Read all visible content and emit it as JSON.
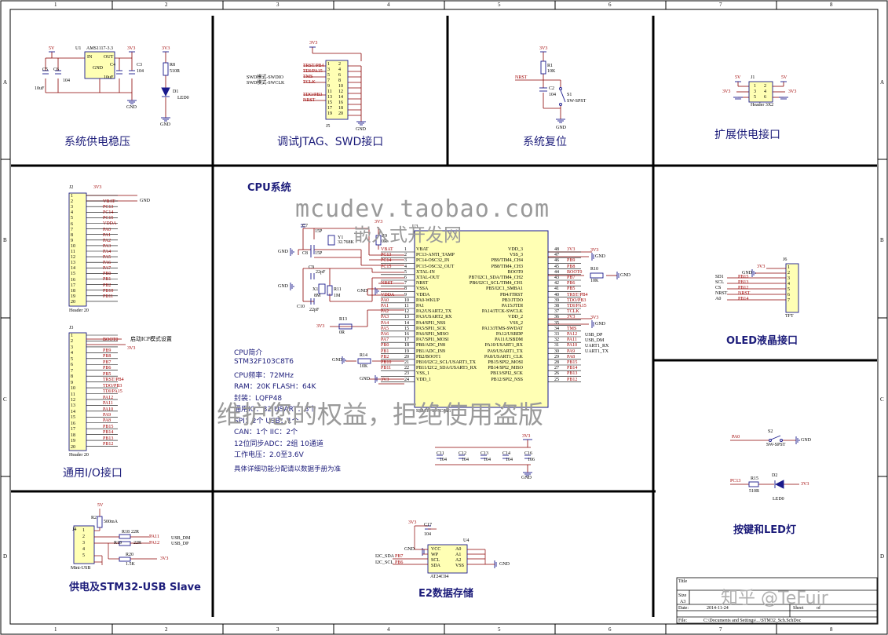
{
  "ruler": {
    "columns": [
      "1",
      "2",
      "3",
      "4",
      "5",
      "6",
      "7",
      "8"
    ],
    "rows": [
      "A",
      "B",
      "C",
      "D"
    ]
  },
  "sections": {
    "power": "系统供电稳压",
    "debug": "调试JTAG、SWD接口",
    "reset": "系统复位",
    "ext_power": "扩展供电接口",
    "cpu": "CPU系统",
    "gpio": "通用I/O接口",
    "oled": "OLED液晶接口",
    "keys_led": "按键和LED灯",
    "usb": "供电及STM32-USB Slave",
    "eeprom": "E2数据存储"
  },
  "power": {
    "u1": "U1",
    "u1_part": "AMS1117-3.3",
    "v5": "5V",
    "v3": "3V3",
    "pin_in": "IN",
    "pin_out": "OUT",
    "gnd_pin": "GND",
    "c5": "C5",
    "c5v": "10uF",
    "c6": "C6",
    "c6v": "104",
    "c4": "C4",
    "c4v": "10uF",
    "c3": "C3",
    "c3v": "104",
    "gnd": "GND",
    "r8": "R8",
    "r8v": "510R",
    "d1": "D1",
    "d1v": "LED0"
  },
  "debug": {
    "v3": "3V3",
    "swdio_label": "SWD模式-SWDIO",
    "swclk_label": "SWD模式-SWCLK",
    "sigs": [
      "TRST/PB4",
      "TDI/PA15",
      "TMS",
      "TCLK",
      "TDO/PB3",
      "NRST"
    ],
    "pins_left": [
      "1",
      "3",
      "5",
      "7",
      "9",
      "11",
      "13",
      "15",
      "17",
      "19"
    ],
    "pins_right": [
      "2",
      "4",
      "6",
      "8",
      "10",
      "12",
      "14",
      "16",
      "18",
      "20"
    ],
    "j5": "J5",
    "gnd": "GND"
  },
  "reset": {
    "v3": "3V3",
    "r1": "R1",
    "r1v": "10K",
    "nrst": "NRST",
    "c2": "C2",
    "c2v": "104",
    "s1": "S1",
    "s1v": "SW-SPST",
    "gnd": "GND"
  },
  "ext_power": {
    "v5a": "5V",
    "v5b": "5V",
    "j1": "J1",
    "v3a": "3V3",
    "v3b": "3V3",
    "pins": [
      "1",
      "2",
      "3",
      "4",
      "5",
      "6"
    ],
    "part": "Header 3X2"
  },
  "gpio": {
    "j2": "J2",
    "j3": "J3",
    "v3": "3V3",
    "gnd": "GND",
    "j2_pins": [
      "1",
      "2",
      "3",
      "4",
      "5",
      "6",
      "7",
      "8",
      "9",
      "10",
      "11",
      "12",
      "13",
      "14",
      "15",
      "16",
      "17",
      "18",
      "19",
      "20"
    ],
    "j2_nets": [
      "VBAT",
      "PC13",
      "PC14",
      "PC15",
      "VDDA",
      "PA0",
      "PA1",
      "PA2",
      "PA3",
      "PA4",
      "PA5",
      "PA6",
      "PA7",
      "PB0",
      "PB1",
      "PB2",
      "PB10",
      "PB11"
    ],
    "j2_part": "Header 20",
    "isp_note": "启动ICP模式设置",
    "boot0": "BOOT0",
    "j3_nets": [
      "PB9",
      "PB8",
      "PB7",
      "PB6",
      "PB5",
      "TRST/PB4",
      "TDO/PB3",
      "TDI/PA15",
      "PA12",
      "PA11",
      "PA10",
      "PA9",
      "PA8",
      "PB15",
      "PB14",
      "PB13",
      "PB12"
    ],
    "j3_part": "Header 20"
  },
  "cpu": {
    "u3": "U3",
    "part": "STM32F103C8T6",
    "gnd": "GND",
    "v3": "3V3",
    "c7": "C7",
    "c7v": "15P",
    "c8": "C8",
    "c8v": "15P",
    "y1": "Y1",
    "y1v": "32.768K",
    "r9": "R9",
    "r9v": "0R",
    "c9": "C9",
    "c9v": "22pF",
    "c10": "C10",
    "c10v": "22pF",
    "x1": "X1",
    "x1v": "8M",
    "r11": "R11",
    "r11v": "1M",
    "r13": "R13",
    "r13v": "0R",
    "r14": "R14",
    "r14v": "10K",
    "r10": "R10",
    "r10v": "10K",
    "left_pins": [
      {
        "net": "VBAT",
        "n": "1",
        "name": "VBAT"
      },
      {
        "net": "PC13",
        "n": "2",
        "name": "PC13-ANTI_TAMP"
      },
      {
        "net": "PC14",
        "n": "3",
        "name": "PC14-OSC32_IN"
      },
      {
        "net": "PC15",
        "n": "4",
        "name": "PC15-OSC32_OUT"
      },
      {
        "net": "",
        "n": "5",
        "name": "XTAL-IN"
      },
      {
        "net": "",
        "n": "6",
        "name": "XTAL-OUT"
      },
      {
        "net": "NRST",
        "n": "7",
        "name": "NRST"
      },
      {
        "net": "",
        "n": "8",
        "name": "VSSA"
      },
      {
        "net": "VDDA",
        "n": "9",
        "name": "VDDA"
      },
      {
        "net": "PA0",
        "n": "10",
        "name": "PA0-WKUP"
      },
      {
        "net": "PA1",
        "n": "11",
        "name": "PA1"
      },
      {
        "net": "PA2",
        "n": "12",
        "name": "PA2/USART2_TX"
      },
      {
        "net": "PA3",
        "n": "13",
        "name": "PA3/USART2_RX"
      },
      {
        "net": "PA4",
        "n": "14",
        "name": "PA4/SPI1_NSS"
      },
      {
        "net": "PA5",
        "n": "15",
        "name": "PA5/SPI1_SCK"
      },
      {
        "net": "PA6",
        "n": "16",
        "name": "PA6/SPI1_MISO"
      },
      {
        "net": "PA7",
        "n": "17",
        "name": "PA7/SPI1_MOSI"
      },
      {
        "net": "PB0",
        "n": "18",
        "name": "PB0/ADC_IN8"
      },
      {
        "net": "PB1",
        "n": "19",
        "name": "PB1/ADC_IN9"
      },
      {
        "net": "PB2",
        "n": "20",
        "name": "PB2/BOOT1"
      },
      {
        "net": "PB10",
        "n": "21",
        "name": "PB10/I2C2_SCL/USART3_TX"
      },
      {
        "net": "PB11",
        "n": "22",
        "name": "PB11/I2C2_SDA/USART3_RX"
      },
      {
        "net": "",
        "n": "23",
        "name": "VSS_1"
      },
      {
        "net": "3V3",
        "n": "24",
        "name": "VDD_1"
      }
    ],
    "right_pins": [
      {
        "name": "VDD_3",
        "n": "48",
        "net": "3V3"
      },
      {
        "name": "VSS_3",
        "n": "47",
        "net": ""
      },
      {
        "name": "PB9/TIM4_CH4",
        "n": "46",
        "net": "PB9"
      },
      {
        "name": "PB8/TIM4_CH3",
        "n": "45",
        "net": "PB8"
      },
      {
        "name": "BOOT0",
        "n": "44",
        "net": "BOOT0"
      },
      {
        "name": "PB7/I2C1_SDA/TIM4_CH2",
        "n": "43",
        "net": "PB7"
      },
      {
        "name": "PB6/I2C1_SCL/TIM4_CH1",
        "n": "42",
        "net": "PB6"
      },
      {
        "name": "PB5/I2C1_SMBA1",
        "n": "41",
        "net": "PB5"
      },
      {
        "name": "PB4/JTRST",
        "n": "40",
        "net": "TRST/PB4"
      },
      {
        "name": "PB3/JTDO",
        "n": "39",
        "net": "TDO/PB3"
      },
      {
        "name": "PA15/JTDI",
        "n": "38",
        "net": "TDI/PA15"
      },
      {
        "name": "PA14/JTCK-SWCLK",
        "n": "37",
        "net": "TCLK"
      },
      {
        "name": "VDD_2",
        "n": "36",
        "net": "3V3"
      },
      {
        "name": "VSS_2",
        "n": "35",
        "net": ""
      },
      {
        "name": "PA13/JTMS-SWDAT",
        "n": "34",
        "net": "TMS"
      },
      {
        "name": "PA12/USBDP",
        "n": "33",
        "net": "PA12"
      },
      {
        "name": "PA11/USBDM",
        "n": "32",
        "net": "PA11"
      },
      {
        "name": "PA10/USART1_RX",
        "n": "31",
        "net": "PA10"
      },
      {
        "name": "PA9/USART1_TX",
        "n": "30",
        "net": "PA9"
      },
      {
        "name": "PA8/USART1_CLK",
        "n": "29",
        "net": "PA8"
      },
      {
        "name": "PB15/SPI2_MOSI",
        "n": "28",
        "net": "PB15"
      },
      {
        "name": "PB14/SPI2_MISO",
        "n": "27",
        "net": "PB14"
      },
      {
        "name": "PB13/SPI2_SCK",
        "n": "26",
        "net": "PB13"
      },
      {
        "name": "PB12/SPI2_NSS",
        "n": "25",
        "net": "PB12"
      }
    ],
    "usb_dp": "USB_DP",
    "usb_dm": "USB_DM",
    "uart_rx": "UART1_RX",
    "uart_tx": "UART1_TX",
    "chip_label": "STM32 10 3C8T6",
    "decap": [
      "C11",
      "C12",
      "C13",
      "C14",
      "C16"
    ],
    "decap_vals": [
      "104",
      "104",
      "104",
      "104",
      "106"
    ],
    "info_title": "CPU简介",
    "info_lines": [
      "STM32F103C8T6",
      "CPU频率：72MHz",
      "RAM：20K  FLASH：64K",
      "封装：LQFP48",
      "通用IO：32       USART：3个",
      "SPI：2个           USB：1个",
      "CAN：1个           IIC：2个",
      "12位同步ADC：2组  10通道",
      "工作电压：2.0至3.6V",
      "具体详细功能分配请以数据手册为准"
    ]
  },
  "oled": {
    "j6": "J6",
    "v3": "3V3",
    "gnd": "GND",
    "sigs": [
      "SD1",
      "SCL",
      "CS",
      "NRST",
      "A0"
    ],
    "nets": [
      "PB15",
      "PB13",
      "PB12",
      "NRST",
      "PB14"
    ],
    "pins": [
      "1",
      "2",
      "3",
      "4",
      "5",
      "6",
      "7"
    ],
    "part": "TFT"
  },
  "keys": {
    "pa0": "PA0",
    "s2": "S2",
    "s2v": "SW-SPST",
    "gnd": "GND",
    "pc13": "PC13",
    "r15": "R15",
    "r15v": "510R",
    "d2": "D2",
    "d2v": "LED0",
    "v3": "3V3"
  },
  "usb": {
    "v5": "5V",
    "r2": "R2",
    "r2v": "500mA",
    "j4": "J4",
    "pins": [
      "1",
      "2",
      "3",
      "4",
      "5"
    ],
    "r18": "R18",
    "r18v": "22R",
    "r19": "R19",
    "r19v": "22R",
    "pa11": "PA11",
    "pa12": "PA12",
    "usb_dm": "USB_DM",
    "usb_dp": "USB_DP",
    "r20": "R20",
    "r20v": "1.5K",
    "v3": "3V3",
    "part": "Mini-USB"
  },
  "eeprom": {
    "v3": "3V3",
    "c17": "C17",
    "c17v": "104",
    "u4": "U4",
    "gnd": "GND",
    "left": [
      "VCC",
      "WP",
      "SCL",
      "SDA"
    ],
    "right": [
      "A0",
      "A1",
      "A2",
      "VSS"
    ],
    "sda": "I2C_SDA",
    "scl": "I2C_SCL",
    "pb6": "PB6",
    "pb7": "PB7",
    "part": "AT24C04"
  },
  "titleblock": {
    "title": "Title",
    "size": "Size",
    "a3": "A3",
    "date_lbl": "Date:",
    "date": "2014-11-24",
    "sheet": "Sheet",
    "of": "of",
    "file_lbl": "File:",
    "file": "C:\\Documents and Settings\\...\\STM32_Sch.SchDoc"
  },
  "watermarks": {
    "url": "mcudev.taobao.com",
    "shop": "嵌入式开发网",
    "rights": "维护您的权益，拒绝使用盗版",
    "zhihu": "知乎 @TeFuir"
  }
}
